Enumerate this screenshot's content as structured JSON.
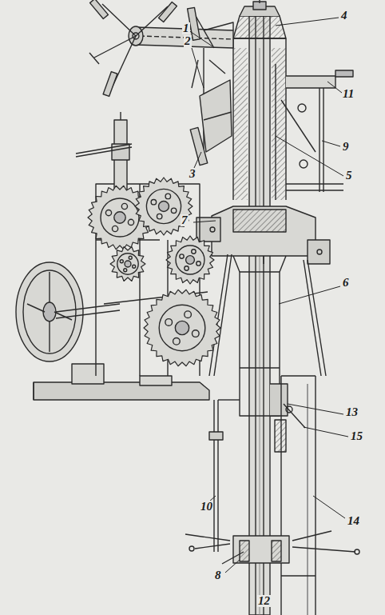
{
  "diagram": {
    "labels": [
      "4",
      "1",
      "11",
      "9",
      "2",
      "5",
      "3",
      "7",
      "6",
      "13",
      "15",
      "10",
      "14",
      "8",
      "12"
    ]
  }
}
